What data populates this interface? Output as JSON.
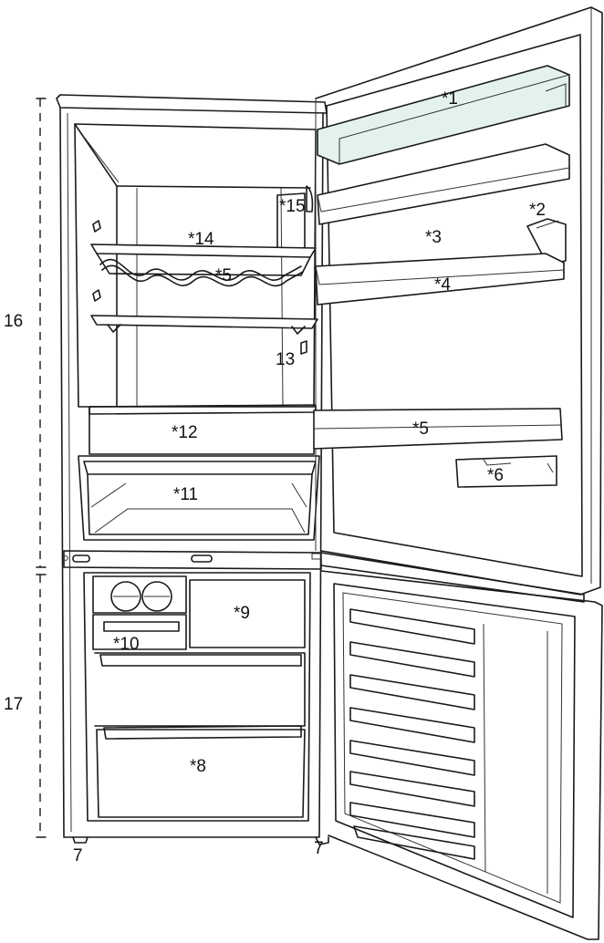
{
  "labels": {
    "l1": "*1",
    "l2": "*2",
    "l3": "*3",
    "l4": "*4",
    "l5a": "*5",
    "l5b": "*5",
    "l6": "*6",
    "l7a": "7",
    "l7b": "7",
    "l8": "*8",
    "l9": "*9",
    "l10": "*10",
    "l11": "*11",
    "l12": "*12",
    "l13": "13",
    "l14": "*14",
    "l15": "*15",
    "l16": "16",
    "l17": "17"
  },
  "colors": {
    "outline": "#1a1a1a",
    "glass_tint": "#e4f2ee",
    "background": "#ffffff"
  }
}
